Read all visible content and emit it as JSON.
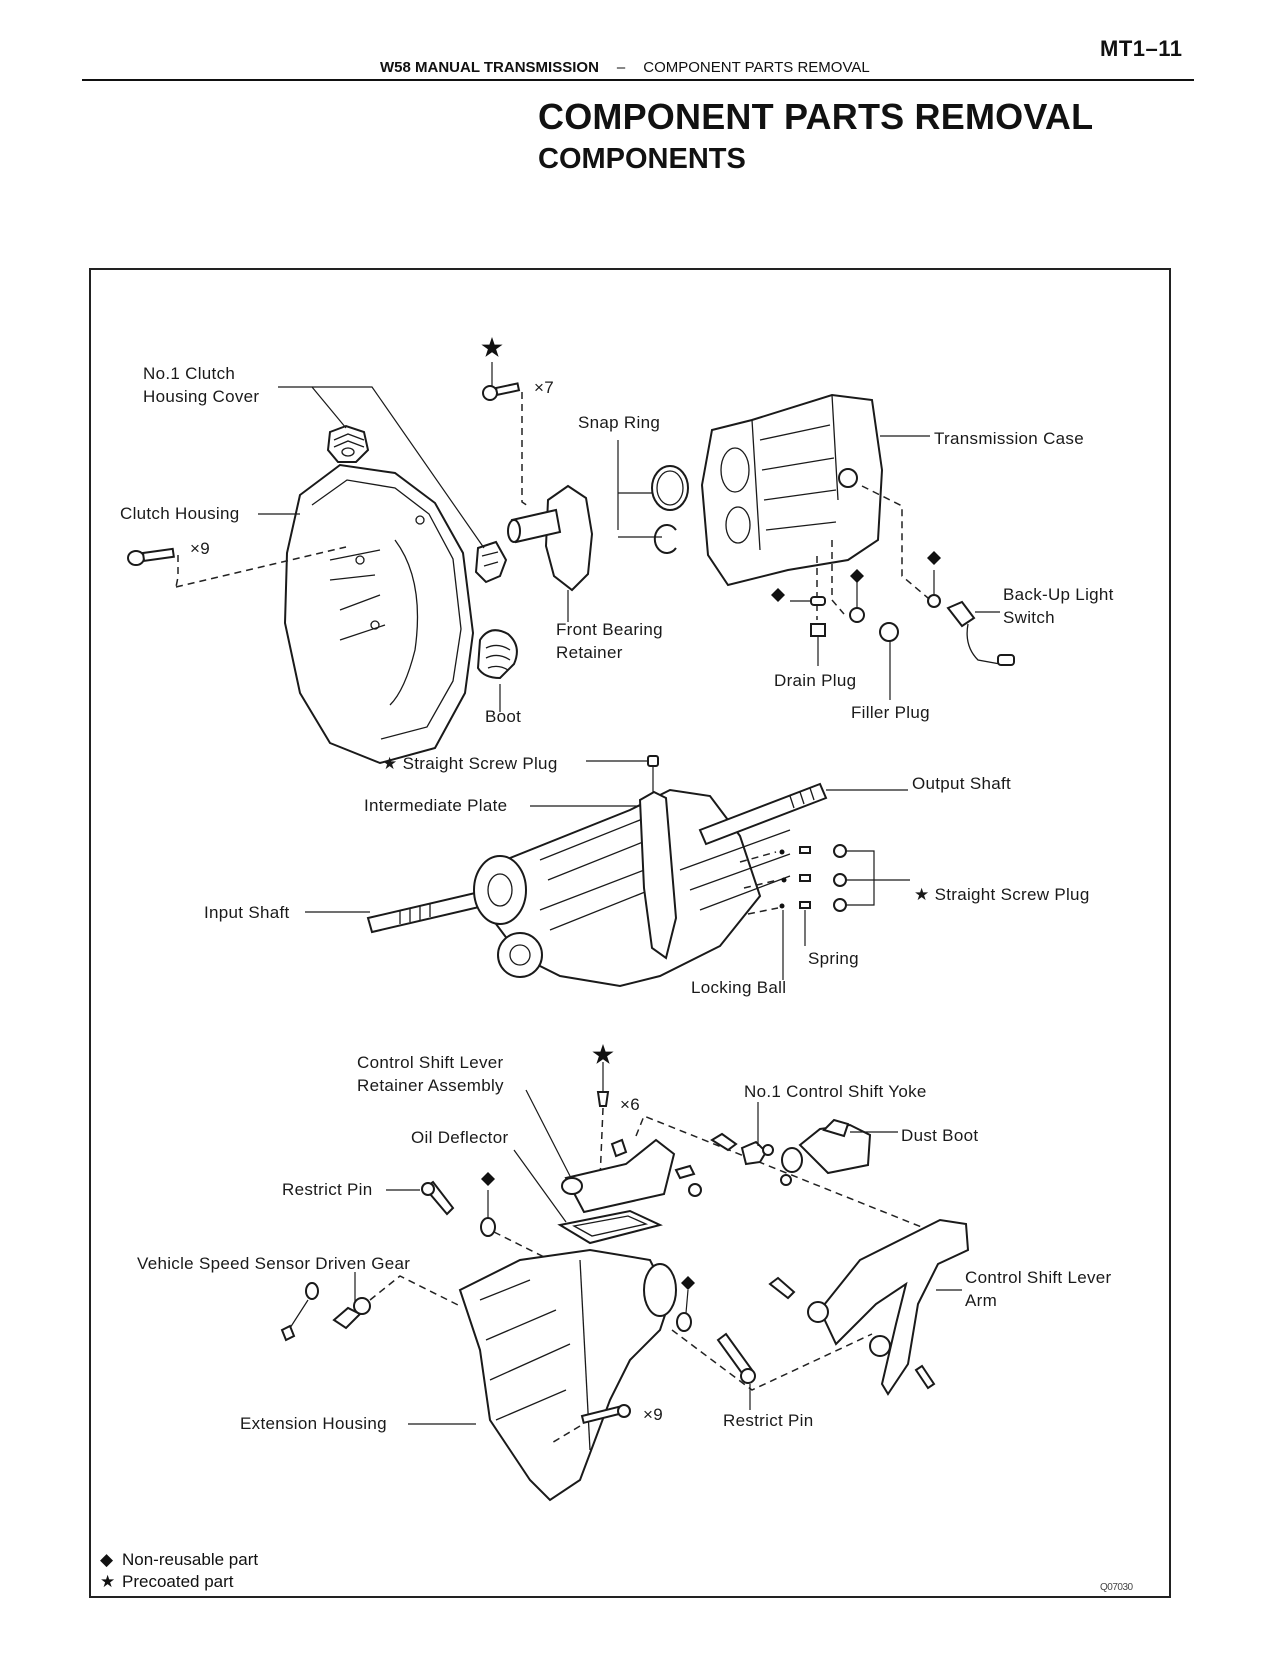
{
  "header": {
    "page_number": "MT1–11",
    "section": "W58 MANUAL TRANSMISSION",
    "separator": "–",
    "topic": "COMPONENT PARTS REMOVAL"
  },
  "title": "COMPONENT PARTS REMOVAL",
  "subtitle": "COMPONENTS",
  "diagram": {
    "labels": {
      "no1_clutch_housing_cover_1": "No.1 Clutch",
      "no1_clutch_housing_cover_2": "Housing Cover",
      "clutch_housing": "Clutch Housing",
      "qty_clutch_bolts": "×9",
      "qty_bearing_bolts": "×7",
      "snap_ring": "Snap Ring",
      "transmission_case": "Transmission Case",
      "front_bearing_retainer_1": "Front Bearing",
      "front_bearing_retainer_2": "Retainer",
      "boot": "Boot",
      "back_up_light_switch_1": "Back-Up Light",
      "back_up_light_switch_2": "Switch",
      "drain_plug": "Drain Plug",
      "filler_plug": "Filler Plug",
      "straight_screw_plug_top": "Straight Screw Plug",
      "intermediate_plate": "Intermediate Plate",
      "output_shaft": "Output Shaft",
      "input_shaft": "Input Shaft",
      "straight_screw_plug_right": "Straight Screw Plug",
      "spring": "Spring",
      "locking_ball": "Locking Ball",
      "control_shift_lever_retainer_1": "Control Shift Lever",
      "control_shift_lever_retainer_2": "Retainer Assembly",
      "qty_retainer_bolts": "×6",
      "no1_control_shift_yoke": "No.1 Control Shift Yoke",
      "oil_deflector": "Oil Deflector",
      "dust_boot": "Dust Boot",
      "restrict_pin_left": "Restrict Pin",
      "vehicle_speed_sensor_driven_gear": "Vehicle Speed Sensor Driven Gear",
      "control_shift_lever_arm_1": "Control Shift Lever",
      "control_shift_lever_arm_2": "Arm",
      "extension_housing": "Extension Housing",
      "qty_extension_bolts": "×9",
      "restrict_pin_bottom": "Restrict Pin"
    },
    "symbols": {
      "non_reusable": "◆",
      "precoated": "★"
    },
    "legend": [
      {
        "symbol": "◆",
        "text": "Non-reusable part"
      },
      {
        "symbol": "★",
        "text": "Precoated part"
      }
    ],
    "figure_code": "Q07030"
  }
}
